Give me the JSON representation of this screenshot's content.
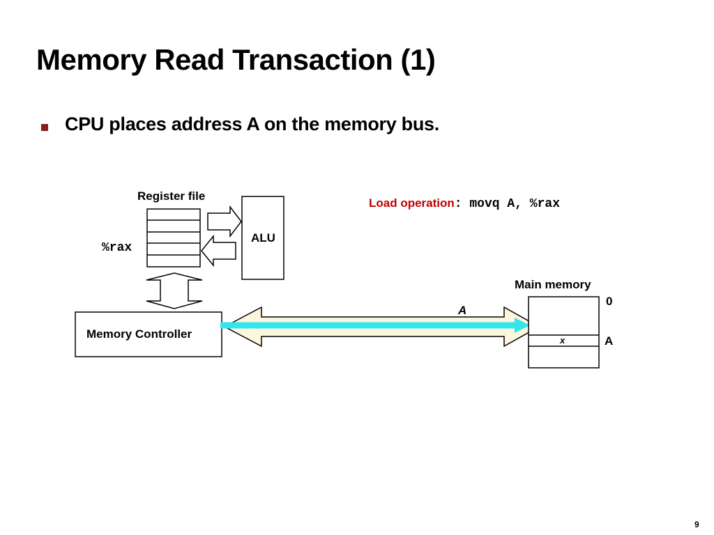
{
  "slide": {
    "title": "Memory Read Transaction (1)",
    "bullet": "CPU places address A on the memory bus.",
    "page_number": "9"
  },
  "diagram": {
    "register_file_label": "Register file",
    "register_name": "%rax",
    "alu_label": "ALU",
    "memory_controller_label": "Memory Controller",
    "load_operation_label": "Load operation",
    "load_operation_code": ": movq A, %rax",
    "main_memory_label": "Main memory",
    "address_zero": "0",
    "address_a": "A",
    "bus_label": "A",
    "memory_cell_value": "x",
    "colors": {
      "bullet": "#8b1a1a",
      "load_label": "#c00000",
      "bus_fill": "#fcf6dc",
      "address_arrow": "#33e6ee"
    }
  }
}
